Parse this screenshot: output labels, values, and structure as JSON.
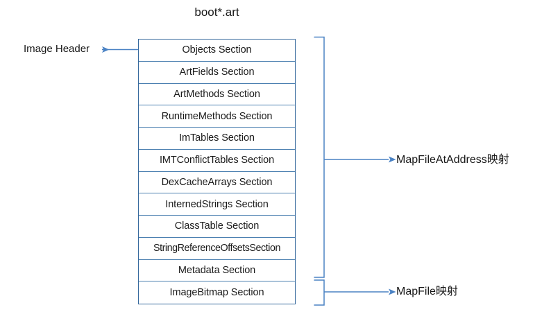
{
  "diagram": {
    "title": "boot*.art",
    "background_color": "#ffffff",
    "box_border_color": "#36699c",
    "row_divider_color": "#4a7fb0",
    "connector_color": "#4a82c4",
    "text_color": "#1a1a1a"
  },
  "sections": [
    {
      "label": "Objects Section"
    },
    {
      "label": "ArtFields Section"
    },
    {
      "label": "ArtMethods Section"
    },
    {
      "label": "RuntimeMethods Section"
    },
    {
      "label": "ImTables Section"
    },
    {
      "label": "IMTConflictTables Section"
    },
    {
      "label": "DexCacheArrays Section"
    },
    {
      "label": "InternedStrings Section"
    },
    {
      "label": "ClassTable Section"
    },
    {
      "label": "StringReferenceOffsetsSection"
    },
    {
      "label": "Metadata Section"
    },
    {
      "label": "ImageBitmap Section"
    }
  ],
  "annotations": {
    "left": {
      "label": "Image Header",
      "points_to": "Objects Section",
      "arrow_direction": "left"
    },
    "right_top": {
      "label": "MapFileAtAddress映射",
      "brace_covers": "Objects Section through Metadata Section",
      "arrow_direction": "right"
    },
    "right_bottom": {
      "label": "MapFile映射",
      "brace_covers": "ImageBitmap Section",
      "arrow_direction": "right"
    }
  }
}
